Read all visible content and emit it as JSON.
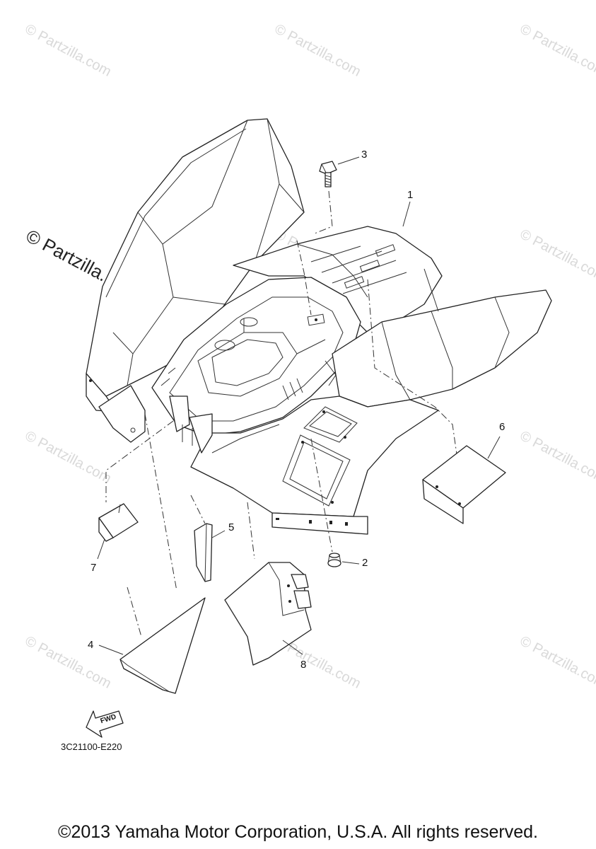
{
  "watermarks": {
    "text": "© Partzilla.com",
    "feature_text": "© Partzilla.com"
  },
  "callouts": {
    "c1": "1",
    "c2": "2",
    "c3": "3",
    "c4": "4",
    "c5": "5",
    "c6": "6",
    "c7": "7",
    "c8": "8"
  },
  "fwd_label": "FWD",
  "reference_code": "3C21100-E220",
  "copyright": "©2013 Yamaha Motor Corporation, U.S.A. All rights reserved."
}
